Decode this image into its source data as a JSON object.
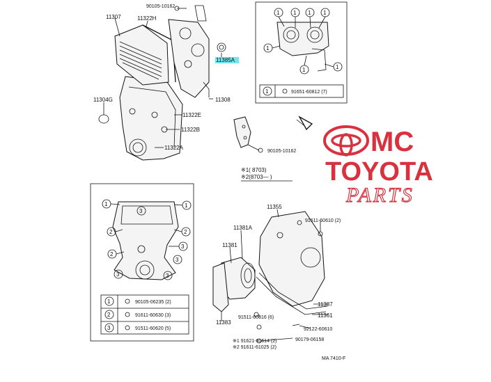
{
  "labels": {
    "p11307": "11307",
    "p11322H": "11322H",
    "p90105_top": "90105-10162",
    "p11385A": "11385A",
    "p11304G": "11304G",
    "p11308": "11308",
    "p11322E": "11322E",
    "p11322B": "11322B",
    "p11322A": "11322A",
    "p90105_mid": "90105-10162",
    "note1": "※1(        8703)",
    "note2": "※2(8703—        )",
    "p11355": "11355",
    "p91611": "91611-60610 (2)",
    "p11381A": "11381A",
    "p11381": "11381",
    "p11387": "11387",
    "p11361": "11361",
    "p91511": "91511-60816 (6)",
    "p92122": "92122-60610",
    "p11383": "11383",
    "p90179": "90179-06158",
    "pn1": "※1 91621-60614 (2)",
    "pn2": "※2 91611-61025 (2)",
    "diagram_code": "MA 7410-F"
  },
  "top_right_box": {
    "callout": "1",
    "legend_num": "1",
    "legend_part": "91651-60812 (7)"
  },
  "lower_left_box": {
    "callout_1": "1",
    "callout_2": "2",
    "callout_3": "3",
    "legend": [
      {
        "num": "1",
        "part": "90105-06235 (2)"
      },
      {
        "num": "2",
        "part": "91611-60630 (3)"
      },
      {
        "num": "3",
        "part": "91511-60620 (5)"
      }
    ]
  },
  "watermark": {
    "brand_line1": "MC",
    "brand_line2": "TOYOTA",
    "brand_line3": "PARTS",
    "color": "#d9323e"
  },
  "highlight_color": "#6fe7f0"
}
